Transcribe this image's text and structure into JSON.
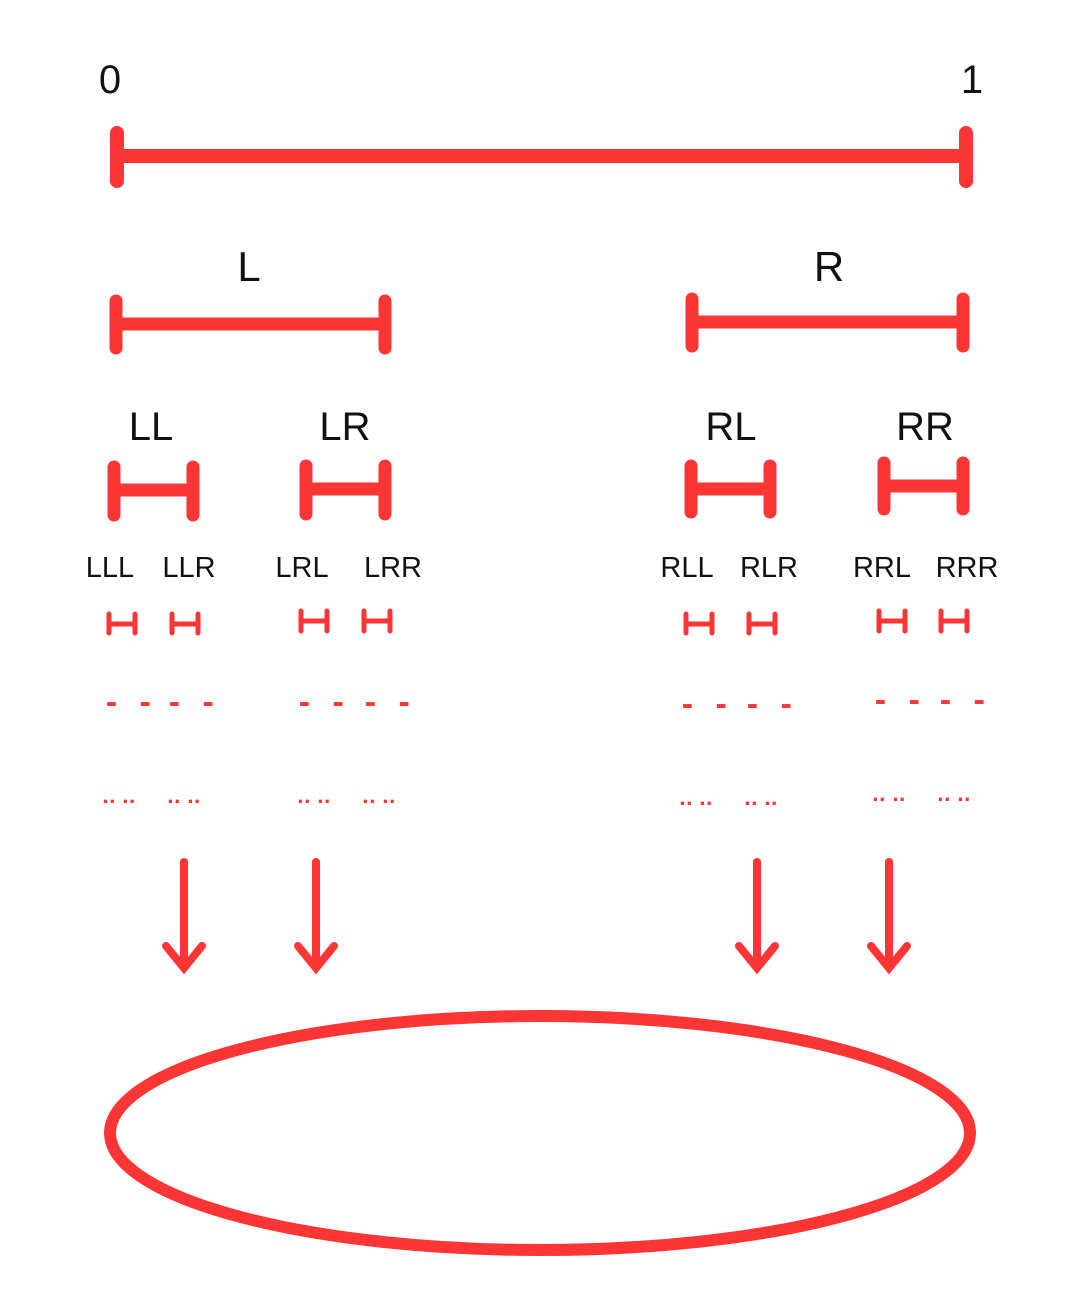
{
  "colors": {
    "accent": "#fe3535",
    "text": "#111111",
    "background": "#ffffff"
  },
  "endpoints": {
    "start": "0",
    "end": "1"
  },
  "level1": {
    "left": "L",
    "right": "R"
  },
  "level2": {
    "ll": "LL",
    "lr": "LR",
    "rl": "RL",
    "rr": "RR"
  },
  "level3": {
    "lll": "LLL",
    "llr": "LLR",
    "lrl": "LRL",
    "lrr": "LRR",
    "rll": "RLL",
    "rlr": "RLR",
    "rrl": "RRL",
    "rrr": "RRR"
  },
  "continuation": {
    "dash_row": "- -",
    "dot_row": ".. .."
  }
}
